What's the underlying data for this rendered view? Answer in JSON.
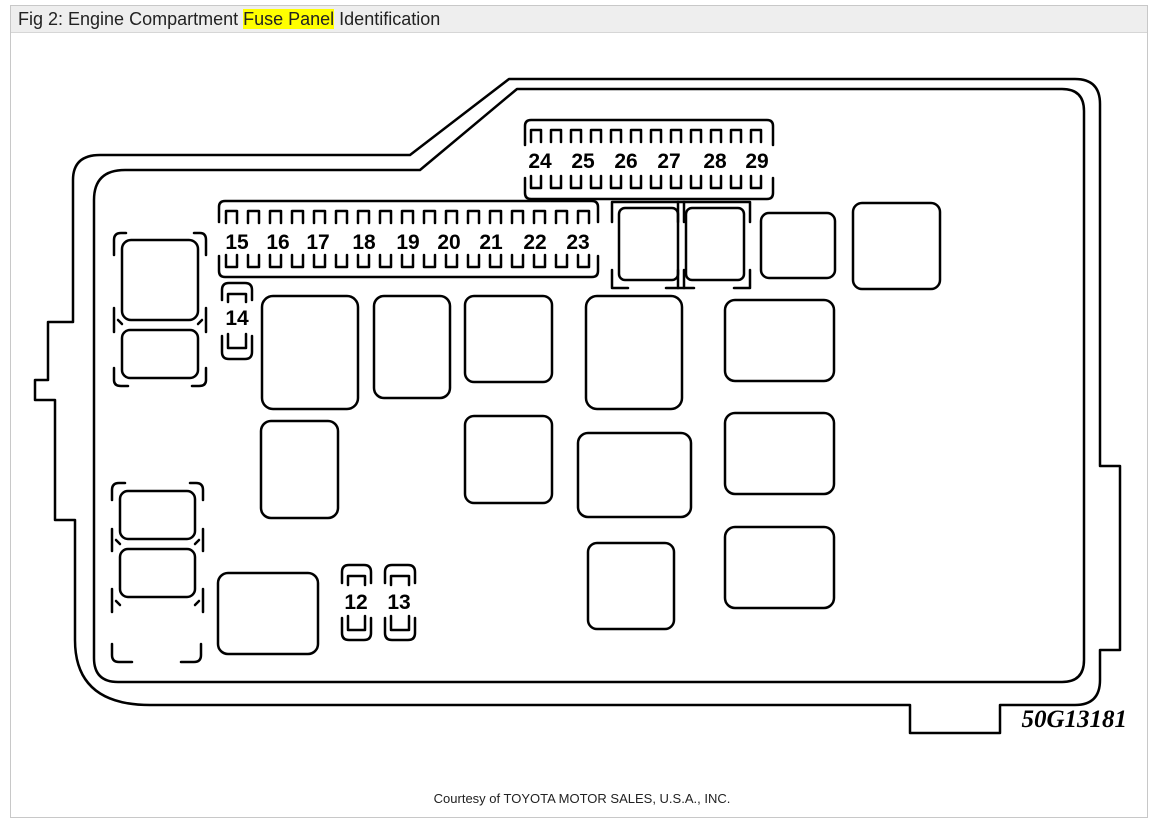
{
  "figure": {
    "title_prefix": "Fig 2: Engine Compartment ",
    "title_highlight": "Fuse Panel",
    "title_suffix": " Identification",
    "highlight_color": "#ffff00"
  },
  "diagram": {
    "fuse_labels_top": [
      "24",
      "25",
      "26",
      "27",
      "28",
      "29"
    ],
    "fuse_labels_middle": [
      "15",
      "16",
      "17",
      "18",
      "19",
      "20",
      "21",
      "22",
      "23"
    ],
    "fuse_label_14": "14",
    "fuse_label_12": "12",
    "fuse_label_13": "13",
    "part_code": "50G13181"
  },
  "courtesy": "Courtesy of TOYOTA MOTOR SALES, U.S.A., INC."
}
